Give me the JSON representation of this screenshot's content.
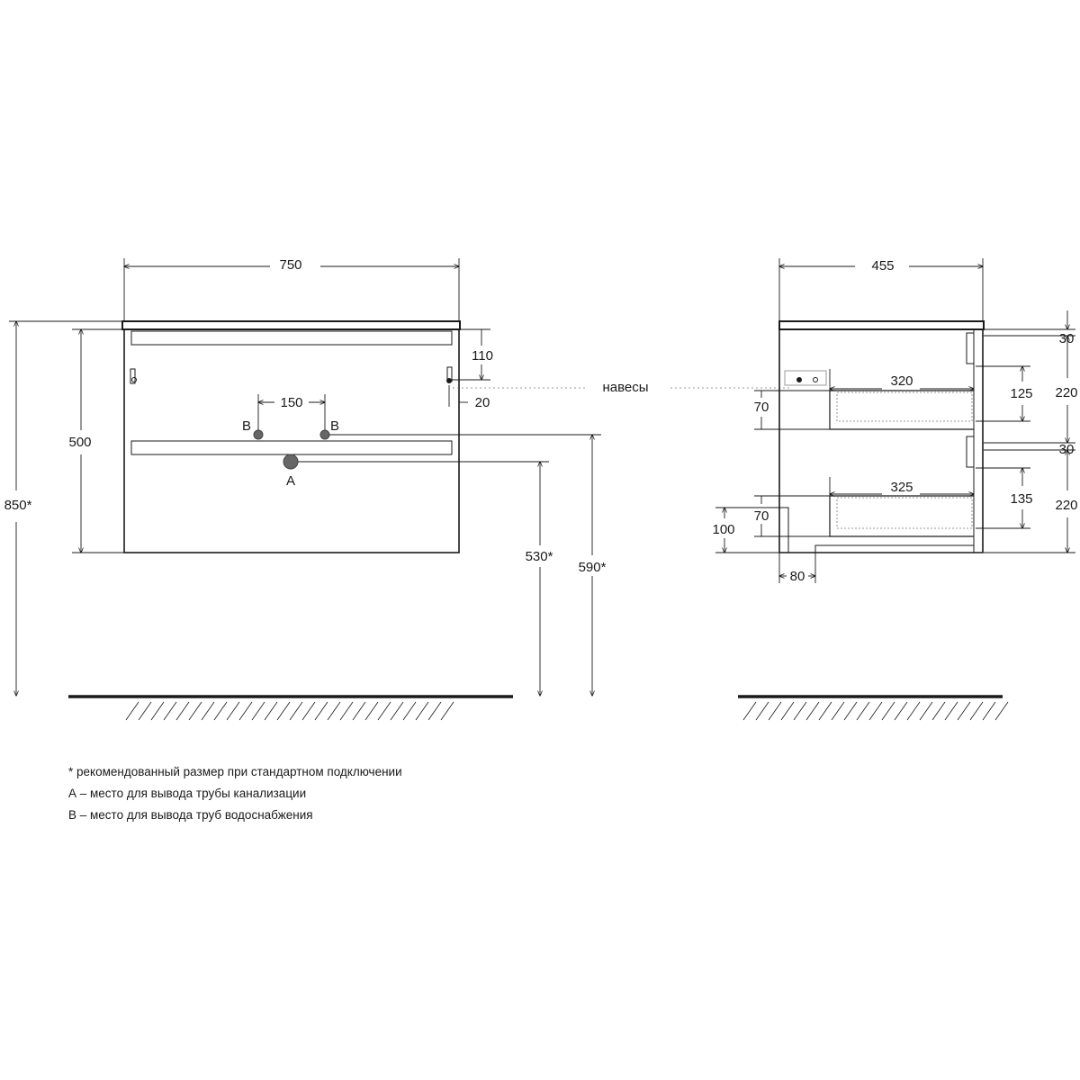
{
  "front_view": {
    "width": "750",
    "height_body": "500",
    "total_height": "850*",
    "offset_top": "110",
    "offset_side": "20",
    "pipe_spacing": "150",
    "label_b_left": "B",
    "label_b_right": "B",
    "label_a": "A",
    "height_a": "530*",
    "height_b": "590*"
  },
  "hangers_label": "навесы",
  "side_view": {
    "depth": "455",
    "top_gap": "30",
    "top_drawer_height": "220",
    "top_drawer_depth": "320",
    "top_drawer_inner": "125",
    "top_drawer_offset": "70",
    "mid_gap": "30",
    "bottom_drawer_height": "220",
    "bottom_drawer_depth": "325",
    "bottom_drawer_inner": "135",
    "bottom_drawer_offset": "70",
    "plinth_height": "100",
    "plinth_depth": "80"
  },
  "notes": {
    "recommended": "* рекомендованный размер при стандартном подключении",
    "note_a": "А – место для вывода трубы канализации",
    "note_b": "В – место для вывода труб водоснабжения"
  }
}
